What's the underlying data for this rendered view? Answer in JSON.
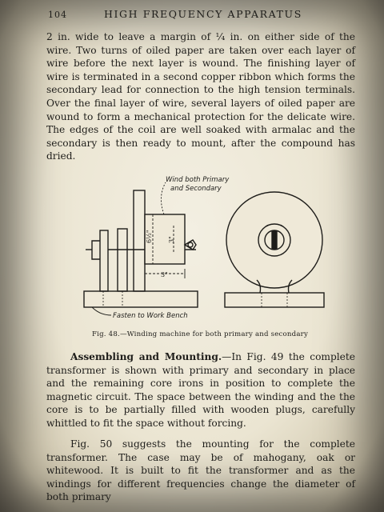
{
  "header": {
    "page_number": "104",
    "running_head": "HIGH FREQUENCY APPARATUS"
  },
  "body": {
    "paragraph1": "2 in. wide to leave a margin of ¼ in. on either side of the wire. Two turns of oiled paper are taken over each layer of wire before the next layer is wound. The finishing layer of wire is terminated in a second copper ribbon which forms the secondary lead for connection to the high tension terminals. Over the final layer of wire, several layers of oiled paper are wound to form a mechanical protection for the delicate wire. The edges of the coil are well soaked with armalac and the secondary is then ready to mount, after the compound has dried.",
    "section_heading": "Assembling and Mounting.",
    "paragraph2": "—In Fig. 49 the complete transformer is shown with primary and secondary in place and the remaining core irons in position to complete the magnetic circuit. The space between the winding and the the core is to be partially filled with wooden plugs, carefully whittled to fit the space without forcing.",
    "paragraph3": "Fig. 50 suggests the mounting for the complete transformer. The case may be of mahogany, oak or whitewood. It is built to fit the transformer and as the windings for different frequencies change the diameter of both primary"
  },
  "figure": {
    "label_wind_line1": "Wind both Primary",
    "label_wind_line2": "and Secondary",
    "label_fasten": "Fasten to Work Bench",
    "dim_height": "6½\"",
    "dim_inner": "3\"",
    "dim_width": "3\"",
    "caption": "Fig. 48.—Winding machine for both primary and secondary"
  }
}
